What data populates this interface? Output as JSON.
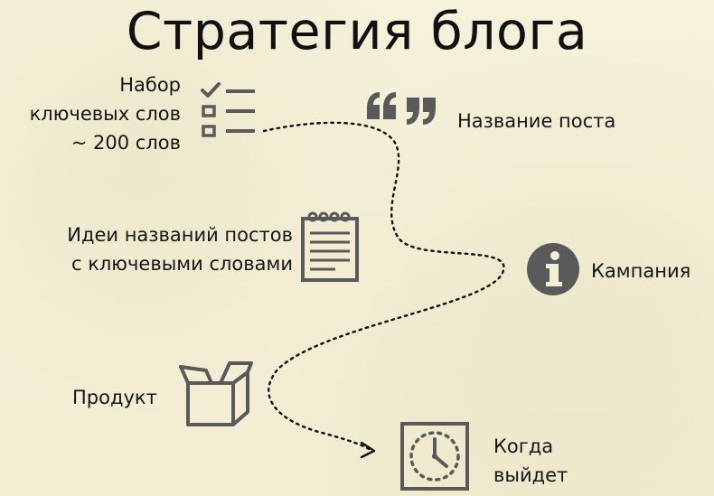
{
  "title": "Стратегия блога",
  "colors": {
    "background": "#f3efd6",
    "icon": "#5a5a5a",
    "text": "#151515"
  },
  "nodes": {
    "keywords": {
      "lines": [
        "Набор",
        "ключевых слов",
        "~ 200 слов"
      ],
      "icon": "checklist-icon"
    },
    "ideas": {
      "lines": [
        "Идеи названий постов",
        "с ключевыми словами"
      ],
      "icon": "notepad-icon"
    },
    "product": {
      "label": "Продукт",
      "icon": "box-icon"
    },
    "post_title": {
      "label": "Название поста",
      "icon": "quotes-icon"
    },
    "campaign": {
      "label": "Кампания",
      "icon": "info-icon"
    },
    "publish": {
      "lines": [
        "Когда",
        "выйдет"
      ],
      "icon": "clock-icon"
    }
  }
}
